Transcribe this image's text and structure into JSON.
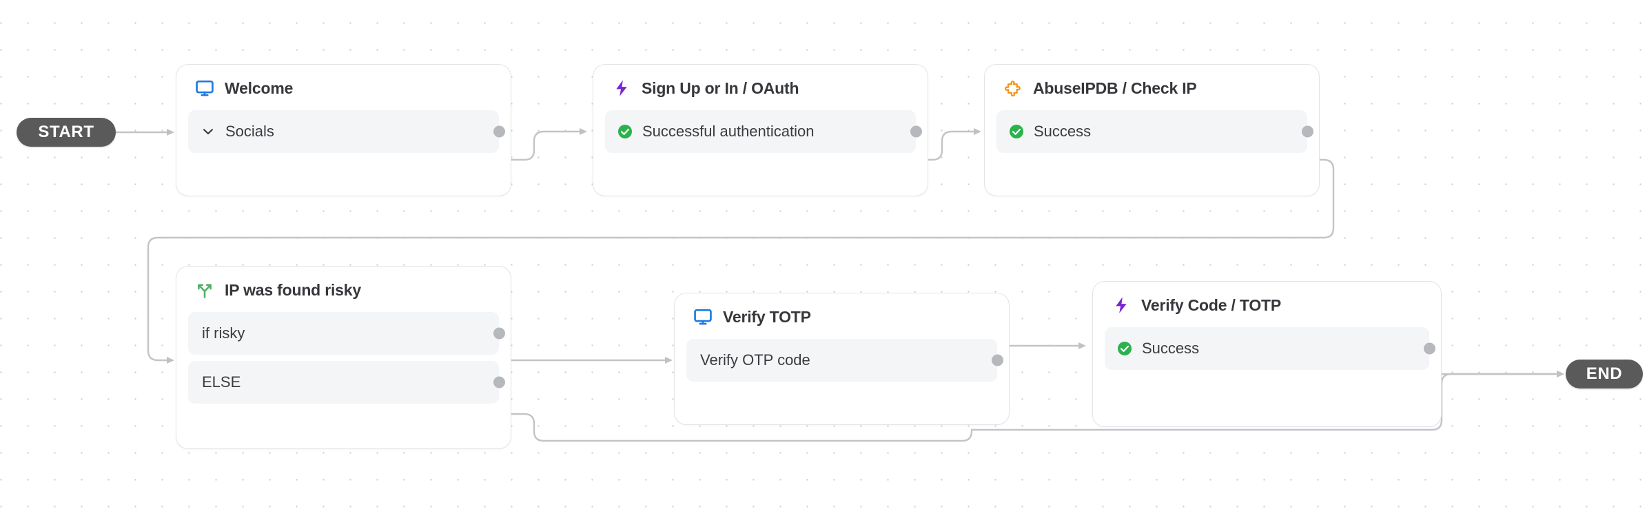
{
  "canvas": {
    "title": "Workflow builder canvas",
    "grid": "dot-grid",
    "background_color": "#ffffff",
    "dot_color": "#c9c9d1"
  },
  "colors": {
    "terminal_pill": "#5a5a5a",
    "node_border": "#e3e4e8",
    "row_background": "#f3f5f7",
    "port": "#b6b8bc",
    "edge": "#c2c4c8",
    "icon_monitor_blue": "#1f7ae0",
    "icon_bolt_purple": "#7b24d4",
    "icon_puzzle_orange": "#f59415",
    "icon_branch_green": "#4caf63",
    "icon_check_green": "#2bb24c",
    "title_text": "#35373b",
    "row_text": "#3a3c40"
  },
  "terminals": [
    {
      "id": "start",
      "label": "START"
    },
    {
      "id": "end",
      "label": "END"
    }
  ],
  "nodes": [
    {
      "id": "welcome",
      "title": "Welcome",
      "icon": "monitor-icon",
      "rows": [
        {
          "label": "Socials",
          "icon": "chevron-down-icon",
          "has_port": true
        }
      ]
    },
    {
      "id": "signup",
      "title": "Sign Up or In / OAuth",
      "icon": "lightning-bolt-icon",
      "rows": [
        {
          "label": "Successful authentication",
          "icon": "check-circle-icon",
          "has_port": true
        }
      ]
    },
    {
      "id": "abuseipdb",
      "title": "AbuseIPDB / Check IP",
      "icon": "puzzle-piece-icon",
      "rows": [
        {
          "label": "Success",
          "icon": "check-circle-icon",
          "has_port": true
        }
      ]
    },
    {
      "id": "risky",
      "title": "IP was found risky",
      "icon": "branch-icon",
      "rows": [
        {
          "label": "if risky",
          "icon": "none",
          "has_port": true
        },
        {
          "label": "ELSE",
          "icon": "none",
          "has_port": true
        }
      ]
    },
    {
      "id": "verifytotp",
      "title": "Verify TOTP",
      "icon": "monitor-icon",
      "rows": [
        {
          "label": "Verify OTP code",
          "icon": "none",
          "has_port": true
        }
      ]
    },
    {
      "id": "verifycode",
      "title": "Verify Code / TOTP",
      "icon": "lightning-bolt-icon",
      "rows": [
        {
          "label": "Success",
          "icon": "check-circle-icon",
          "has_port": true
        }
      ]
    }
  ],
  "edges": [
    {
      "from": "start",
      "to": "welcome"
    },
    {
      "from": "welcome.Socials",
      "to": "signup"
    },
    {
      "from": "signup.Successful authentication",
      "to": "abuseipdb"
    },
    {
      "from": "abuseipdb.Success",
      "to": "risky"
    },
    {
      "from": "risky.if risky",
      "to": "verifytotp"
    },
    {
      "from": "risky.ELSE",
      "to": "end"
    },
    {
      "from": "verifytotp.Verify OTP code",
      "to": "verifycode"
    },
    {
      "from": "verifycode.Success",
      "to": "end"
    }
  ]
}
